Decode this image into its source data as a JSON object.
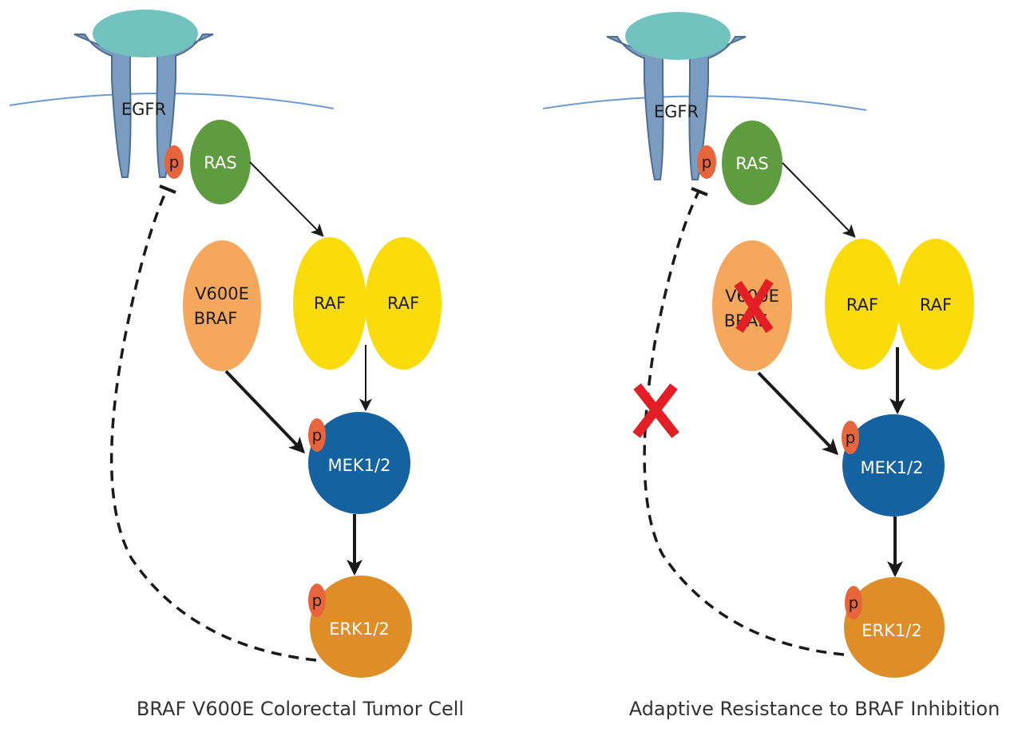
{
  "left": {
    "caption": "BRAF V600E Colorectal Tumor Cell",
    "egfr": "EGFR",
    "egfr_phospho": "p",
    "ras": "RAS",
    "braf_line1": "V600E",
    "braf_line2": "BRAF",
    "raf_a": "RAF",
    "raf_b": "RAF",
    "mek": "MEK1/2",
    "mek_phospho": "p",
    "erk": "ERK1/2",
    "erk_phospho": "p"
  },
  "right": {
    "caption": "Adaptive Resistance to BRAF Inhibition",
    "egfr": "EGFR",
    "egfr_phospho": "p",
    "ras": "RAS",
    "braf_line1": "V600E",
    "braf_line2": "BRAF",
    "raf_a": "RAF",
    "raf_b": "RAF",
    "mek": "MEK1/2",
    "mek_phospho": "p",
    "erk": "ERK1/2",
    "erk_phospho": "p"
  },
  "colors": {
    "ligand": "#72c3bf",
    "receptor": "#7b9cc1",
    "receptor_stroke": "#4d6d93",
    "membrane": "#6b9bd1",
    "phospho": "#e8643a",
    "ras": "#5f9b3f",
    "braf": "#f5a85c",
    "raf": "#f9dc0a",
    "mek": "#14629f",
    "erk": "#df8d27",
    "block_x": "#e31e24",
    "arrow": "#1a1a1a"
  }
}
